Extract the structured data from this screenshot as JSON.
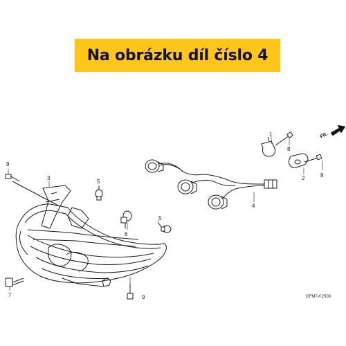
{
  "banner": {
    "text": "Na obrázku díl číslo 4",
    "background_color": "#ffc61a"
  },
  "direction_marker": {
    "text": "FR.",
    "icon": "forward-arrow-icon"
  },
  "diagram_code": "GFM7〆2500",
  "callouts": [
    {
      "id": "part-1",
      "number": "1"
    },
    {
      "id": "part-2",
      "number": "2"
    },
    {
      "id": "part-3",
      "number": "3"
    },
    {
      "id": "part-4",
      "number": "4"
    },
    {
      "id": "part-5-left",
      "number": "5"
    },
    {
      "id": "part-5-right",
      "number": "5"
    },
    {
      "id": "part-6",
      "number": "6"
    },
    {
      "id": "part-7",
      "number": "7"
    },
    {
      "id": "part-8-top",
      "number": "8"
    },
    {
      "id": "part-8-right",
      "number": "8"
    },
    {
      "id": "part-9-left",
      "number": "9"
    },
    {
      "id": "part-9-bottom",
      "number": "9"
    }
  ]
}
